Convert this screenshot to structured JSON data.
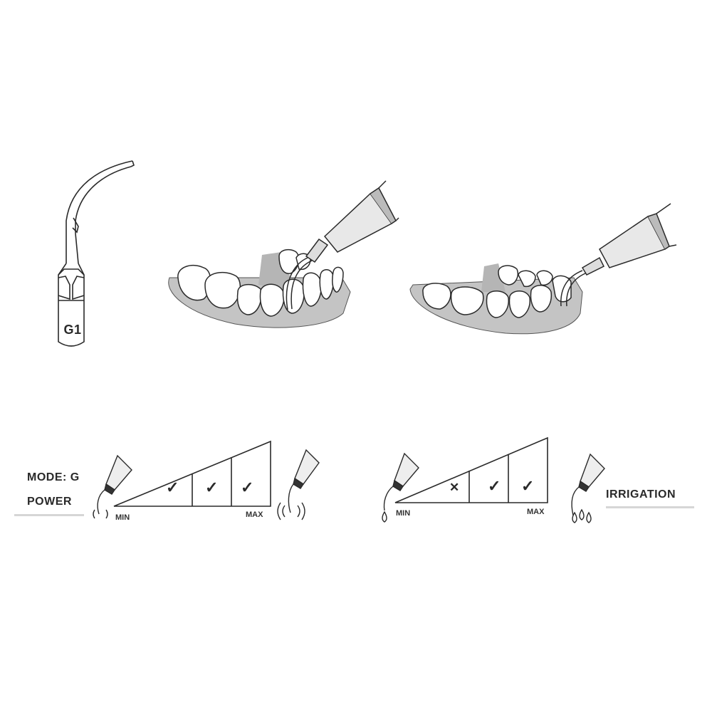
{
  "tip": {
    "model_label": "G1"
  },
  "illustrations": [
    {
      "name": "lower-jaw-lingual-scaling"
    },
    {
      "name": "lower-jaw-buccal-scaling"
    }
  ],
  "mode": {
    "title": "MODE: G",
    "power_label": "POWER",
    "power_scale": {
      "min_label": "MIN",
      "max_label": "MAX",
      "segments": [
        "check",
        "check",
        "check"
      ]
    },
    "irrigation_label": "IRRIGATION",
    "irrigation_scale": {
      "min_label": "MIN",
      "max_label": "MAX",
      "segments": [
        "cross",
        "check",
        "check"
      ]
    }
  },
  "symbols": {
    "check": "✓",
    "cross": "✕"
  },
  "colors": {
    "line": "#2a2a2a",
    "gum": "#c4c4c4",
    "tube": "#e6e6e6",
    "underline": "#d6d6d6"
  }
}
